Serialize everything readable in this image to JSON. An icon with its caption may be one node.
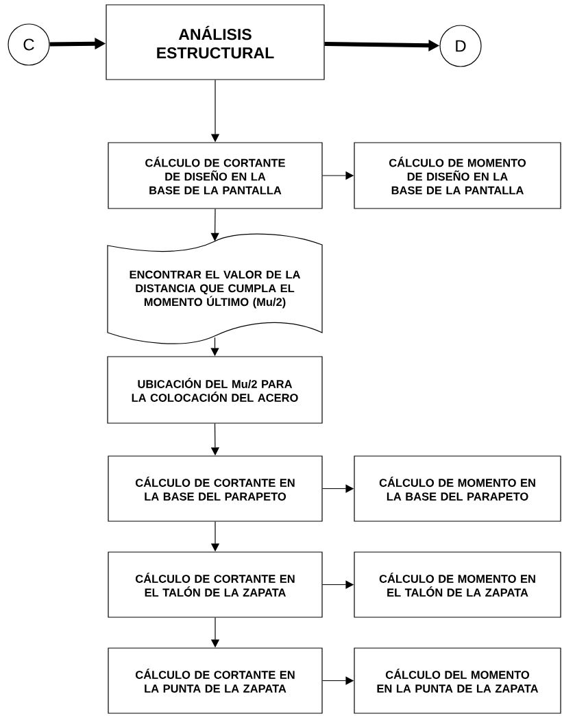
{
  "diagram": {
    "nodes": [
      {
        "text": [
          "C"
        ]
      },
      {
        "text": [
          "ANÁLISIS ESTRUCTURAL"
        ]
      },
      {
        "text": [
          "D"
        ]
      },
      {
        "text": [
          "CÁLCULO DE CORTANTE DE DISEÑO EN LA BASE DE LA PANTALLA"
        ]
      },
      {
        "text": [
          "CÁLCULO DE MOMENTO DE DISEÑO EN LA BASE DE LA PANTALLA"
        ]
      },
      {
        "text": [
          "ENCONTRAR EL VALOR DE LA DISTANCIA QUE CUMPLA EL MOMENTO ÚLTIMO (Mu/2)"
        ]
      },
      {
        "text": [
          "UBICACIÓN DEL Mu/2 PARA LA COLOCACIÓN DEL ACERO"
        ]
      },
      {
        "text": [
          "CÁLCULO DE CORTANTE EN LA BASE DEL PARAPETO"
        ]
      },
      {
        "text": [
          "CÁLCULO DE MOMENTO EN LA BASE DEL PARAPETO"
        ]
      },
      {
        "text": [
          "CÁLCULO DE CORTANTE EN EL TALÓN DE LA ZAPATA"
        ]
      },
      {
        "text": [
          "CÁLCULO DE MOMENTO EN EL TALÓN DE LA ZAPATA"
        ]
      },
      {
        "text": [
          "CÁLCULO DE CORTANTE EN LA PUNTA DE LA ZAPATA"
        ]
      },
      {
        "text": [
          "CÁLCULO DEL MOMENTO EN LA PUNTA DE LA ZAPATA"
        ]
      }
    ],
    "edges": [
      {
        "from": 0,
        "to": 1,
        "arrow": "to",
        "style": "thick"
      },
      {
        "from": 1,
        "to": 2,
        "arrow": "to",
        "style": "thick"
      },
      {
        "from": 1,
        "to": 3,
        "arrow": "to"
      },
      {
        "from": 3,
        "to": 4,
        "arrow": "to"
      },
      {
        "from": 3,
        "to": 5,
        "arrow": "to"
      },
      {
        "from": 5,
        "to": 6,
        "arrow": "to"
      },
      {
        "from": 6,
        "to": 7,
        "arrow": "to"
      },
      {
        "from": 7,
        "to": 8,
        "arrow": "to"
      },
      {
        "from": 7,
        "to": 9,
        "arrow": "to"
      },
      {
        "from": 9,
        "to": 10,
        "arrow": "to"
      },
      {
        "from": 9,
        "to": 11,
        "arrow": "to"
      },
      {
        "from": 11,
        "to": 12,
        "arrow": "to"
      }
    ]
  }
}
